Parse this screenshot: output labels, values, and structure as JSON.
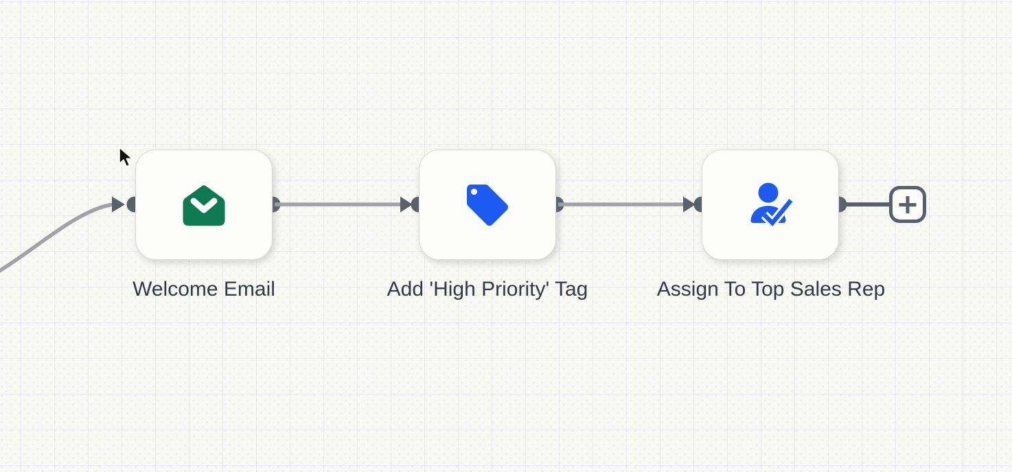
{
  "app": {
    "view": "workflow-canvas"
  },
  "workflow": {
    "nodes": [
      {
        "label": "Welcome Email",
        "icon": "email-icon",
        "icon_color": "#0e7a52"
      },
      {
        "label": "Add 'High Priority' Tag",
        "icon": "tag-icon",
        "icon_color": "#1d5af0"
      },
      {
        "label": "Assign To Top Sales Rep",
        "icon": "user-check-icon",
        "icon_color": "#1d5af0"
      }
    ],
    "add_node_button": {
      "icon": "plus-icon"
    },
    "colors": {
      "connector": "#5a6069",
      "connection_line": "#a0a2a7",
      "node_background": "#fdfdfb",
      "node_border": "#dadad8",
      "label_text": "#333845",
      "canvas_background": "#f8f8f4",
      "icon_green": "#0e7a52",
      "icon_blue": "#1d5af0"
    }
  },
  "cursor": {
    "type": "arrow-pointer"
  }
}
